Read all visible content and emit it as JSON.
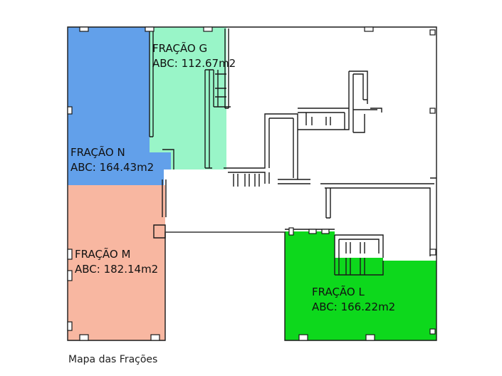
{
  "diagram": {
    "caption": "Mapa das Frações",
    "colors": {
      "n": "#62a0ea",
      "g": "#99f5c8",
      "m": "#f8b7a1",
      "l": "#0dd81c",
      "walls": "#1a1a1a",
      "background": "#ffffff"
    },
    "zones": [
      {
        "id": "n",
        "name": "FRAÇÃO N",
        "area": "ABC: 164.43m2"
      },
      {
        "id": "g",
        "name": "FRAÇÃO G",
        "area": "ABC: 112.67m2"
      },
      {
        "id": "m",
        "name": "FRAÇÃO M",
        "area": "ABC: 182.14m2"
      },
      {
        "id": "l",
        "name": "FRAÇÃO L",
        "area": "ABC: 166.22m2"
      }
    ]
  }
}
